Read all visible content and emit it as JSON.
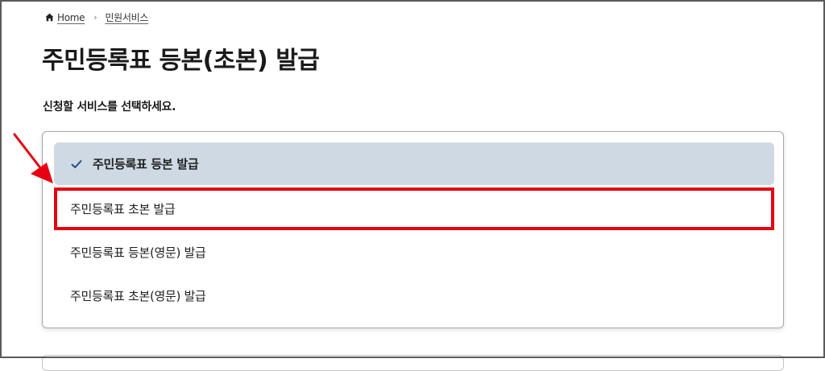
{
  "breadcrumb": {
    "home_icon": "home-icon",
    "home_label": "Home",
    "separator_icon": "chevron-right-icon",
    "separator": "›",
    "current_label": "민원서비스"
  },
  "page": {
    "title": "주민등록표 등본(초본) 발급",
    "subtitle": "신청할 서비스를 선택하세요."
  },
  "service_options": [
    {
      "label": "주민등록표 등본 발급",
      "selected": true,
      "icon": "check-icon"
    },
    {
      "label": "주민등록표 초본 발급",
      "selected": false,
      "highlighted": true
    },
    {
      "label": "주민등록표 등본(영문) 발급",
      "selected": false
    },
    {
      "label": "주민등록표 초본(영문) 발급",
      "selected": false
    }
  ],
  "annotation": {
    "arrow_icon": "red-arrow-icon",
    "highlight_color": "#e60012"
  },
  "colors": {
    "selected_bg": "#cfd9e3",
    "check_color": "#1f4e8c",
    "highlight": "#e60012",
    "text": "#1e1e1e"
  }
}
